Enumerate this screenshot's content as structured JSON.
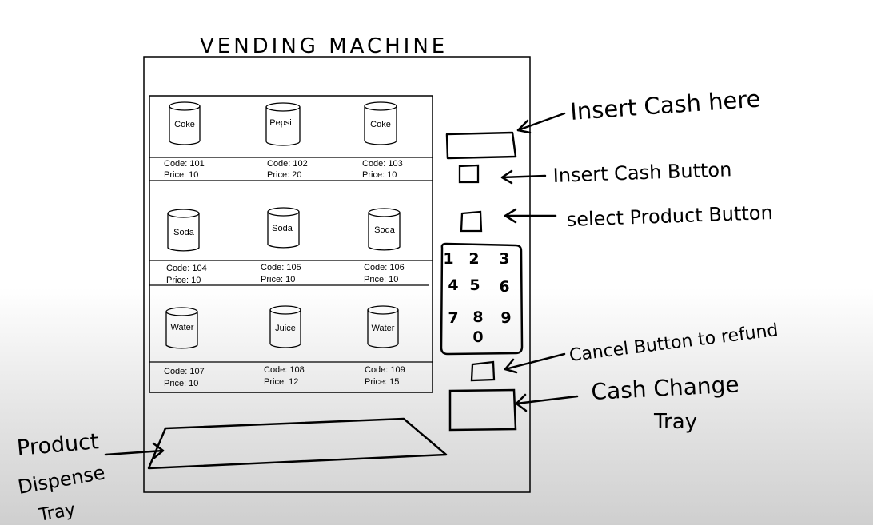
{
  "title": "VENDING MACHINE",
  "products": [
    {
      "name": "Coke",
      "code": "Code: 101",
      "price": "Price:  10"
    },
    {
      "name": "Pepsi",
      "code": "Code: 102",
      "price": "Price:  20"
    },
    {
      "name": "Coke",
      "code": "Code: 103",
      "price": "Price:  10"
    },
    {
      "name": "Soda",
      "code": "Code: 104",
      "price": "Price:  10"
    },
    {
      "name": "Soda",
      "code": "Code: 105",
      "price": "Price:  10"
    },
    {
      "name": "Soda",
      "code": "Code: 106",
      "price": "Price:  10"
    },
    {
      "name": "Water",
      "code": "Code: 107",
      "price": "Price:  10"
    },
    {
      "name": "Juice",
      "code": "Code: 108",
      "price": "Price:  12"
    },
    {
      "name": "Water",
      "code": "Code: 109",
      "price": "Price:  15"
    }
  ],
  "keypad": {
    "digits": [
      "1",
      "2",
      "3",
      "4",
      "5",
      "6",
      "7",
      "8",
      "9",
      "0"
    ]
  },
  "annotations": {
    "insert_cash": "Insert Cash here",
    "insert_cash_button": "Insert Cash Button",
    "select_product_button": "select Product Button",
    "cancel_button": "Cancel Button to refund",
    "cash_change_tray_line1": "Cash Change",
    "cash_change_tray_line2": "Tray",
    "dispense_tray_line1": "Product",
    "dispense_tray_line2": "Dispense",
    "dispense_tray_line3": "Tray"
  }
}
